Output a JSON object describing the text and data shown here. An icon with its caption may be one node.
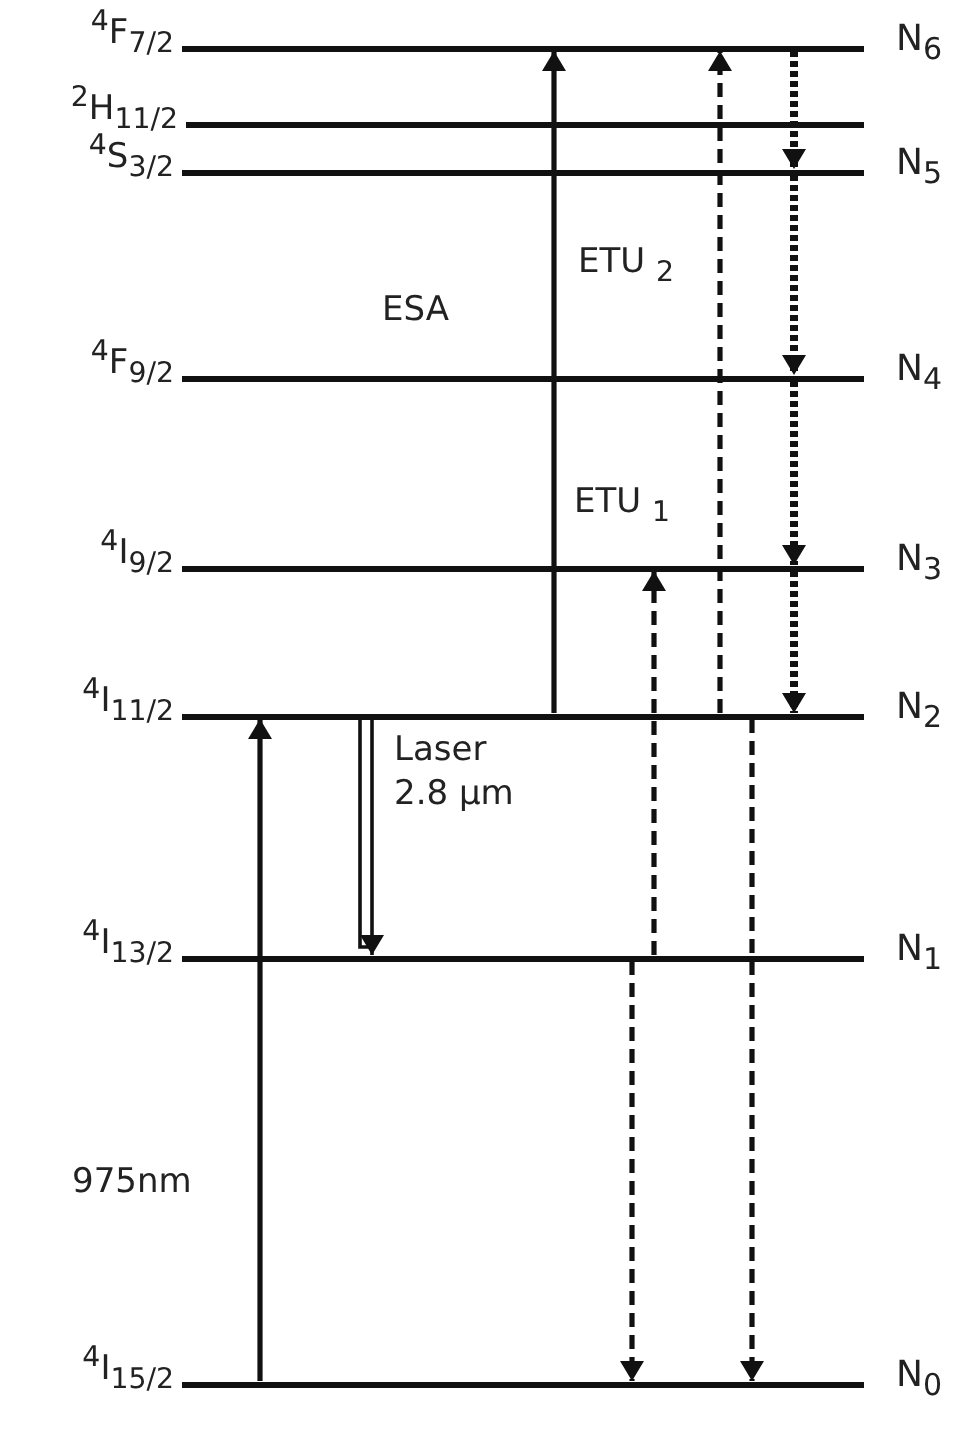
{
  "diagram": {
    "nodes": [
      {
        "text": [
          "$^{4}$F$_{7/2}$"
        ],
        "beside": [
          "N$_{6}$"
        ]
      },
      {
        "text": [
          "$^{2}$H$_{11/2}$"
        ]
      },
      {
        "text": [
          "$^{4}$S$_{3/2}$"
        ],
        "beside": [
          "N$_{5}$"
        ]
      },
      {
        "text": [
          "$^{4}$F$_{9/2}$"
        ],
        "beside": [
          "N$_{4}$"
        ]
      },
      {
        "text": [
          "$^{4}$I$_{9/2}$"
        ],
        "beside": [
          "N$_{3}$"
        ]
      },
      {
        "text": [
          "$^{4}$I$_{11/2}$"
        ],
        "beside": [
          "N$_{2}$"
        ]
      },
      {
        "text": [
          "$^{4}$I$_{13/2}$"
        ],
        "beside": [
          "N$_{1}$"
        ]
      },
      {
        "text": [
          "$^{4}$I$_{15/2}$"
        ],
        "beside": [
          "N$_{0}$"
        ]
      }
    ],
    "edges": [
      {
        "from": 7,
        "to": 5,
        "arrow": "to",
        "label": "975nm"
      },
      {
        "from": 5,
        "to": 6,
        "arrow": "to",
        "label": "Laser 2.8 µm"
      },
      {
        "from": 5,
        "to": 0,
        "arrow": "to",
        "label": "ESA"
      },
      {
        "from": 6,
        "to": 4,
        "arrow": "to",
        "style": "dashed",
        "label": "ETU $_{1}$"
      },
      {
        "from": 6,
        "to": 7,
        "arrow": "to",
        "style": "dashed"
      },
      {
        "from": 5,
        "to": 0,
        "arrow": "to",
        "style": "dashed",
        "label": "ETU $_{2}$"
      },
      {
        "from": 5,
        "to": 7,
        "arrow": "to",
        "style": "dashed"
      },
      {
        "from": 0,
        "to": 2,
        "arrow": "to",
        "style": "dashed"
      },
      {
        "from": 2,
        "to": 3,
        "arrow": "to",
        "style": "dashed"
      },
      {
        "from": 3,
        "to": 4,
        "arrow": "to",
        "style": "dashed"
      },
      {
        "from": 4,
        "to": 5,
        "arrow": "to",
        "style": "dashed"
      }
    ]
  }
}
